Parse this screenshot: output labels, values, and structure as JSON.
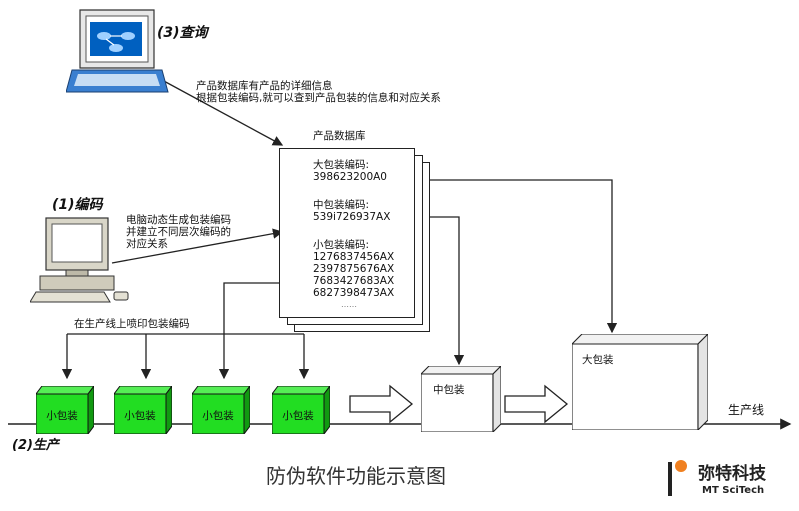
{
  "steps": {
    "query": "(3)查询",
    "encode": "(1)编码",
    "produce": "(2)生产"
  },
  "notes": {
    "query_line1": "产品数据库有产品的详细信息",
    "query_line2": "根据包装编码,就可以查到产品包装的信息和对应关系",
    "encode_line1": "电脑动态生成包装编码",
    "encode_line2": "并建立不同层次编码的",
    "encode_line3": "对应关系",
    "print_codes": "在生产线上喷印包装编码"
  },
  "database": {
    "title": "产品数据库",
    "large_label": "大包装编码:",
    "large_code": "398623200A0",
    "medium_label": "中包装编码:",
    "medium_code": "539i726937AX",
    "small_label": "小包装编码:",
    "small_codes": [
      "1276837456AX",
      "2397875676AX",
      "7683427683AX",
      "6827398473AX"
    ],
    "ellipsis": "……"
  },
  "packages": {
    "small": [
      "小包装",
      "小包装",
      "小包装",
      "小包装"
    ],
    "medium": "中包装",
    "large": "大包装",
    "line": "生产线"
  },
  "footer": {
    "title": "防伪软件功能示意图",
    "brand_cn": "弥特科技",
    "brand_en": "MT SciTech"
  },
  "colors": {
    "small_box": "#22dd22",
    "arrows": "#222222",
    "logo_orange": "#f08020"
  }
}
